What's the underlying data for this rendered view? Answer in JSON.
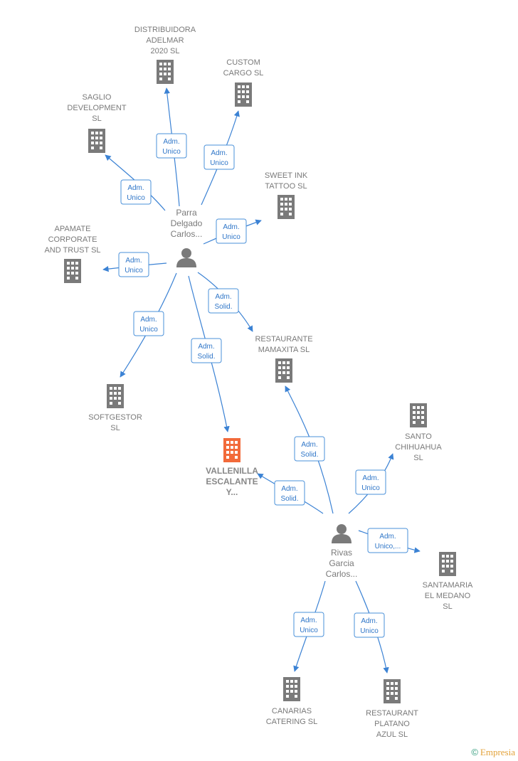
{
  "colors": {
    "edge": "#3b82d4",
    "company": "#7a7a7a",
    "focus_company": "#f26a3a",
    "person": "#7a7a7a"
  },
  "persons": [
    {
      "id": "p1",
      "label": [
        "Parra",
        "Delgado",
        "Carlos..."
      ],
      "icon": "person-icon"
    },
    {
      "id": "p2",
      "label": [
        "Rivas",
        "Garcia",
        "Carlos..."
      ],
      "icon": "person-icon"
    }
  ],
  "companies": [
    {
      "id": "c_distrib",
      "label": [
        "DISTRIBUIDORA",
        "ADELMAR",
        "2020  SL"
      ],
      "icon": "building-icon"
    },
    {
      "id": "c_custom",
      "label": [
        "CUSTOM",
        "CARGO  SL"
      ],
      "icon": "building-icon"
    },
    {
      "id": "c_saglio",
      "label": [
        "SAGLIO",
        "DEVELOPMENT",
        "SL"
      ],
      "icon": "building-icon"
    },
    {
      "id": "c_sweet",
      "label": [
        "SWEET INK",
        "TATTOO  SL"
      ],
      "icon": "building-icon"
    },
    {
      "id": "c_apamate",
      "label": [
        "APAMATE",
        "CORPORATE",
        "AND TRUST  SL"
      ],
      "icon": "building-icon"
    },
    {
      "id": "c_mamaxita",
      "label": [
        "RESTAURANTE",
        "MAMAXITA  SL"
      ],
      "icon": "building-icon"
    },
    {
      "id": "c_softgestor",
      "label": [
        "SOFTGESTOR",
        "SL"
      ],
      "icon": "building-icon"
    },
    {
      "id": "c_vallenilla",
      "label": [
        "VALLENILLA",
        "ESCALANTE",
        "Y..."
      ],
      "icon": "building-icon",
      "focus": true
    },
    {
      "id": "c_santo",
      "label": [
        "SANTO",
        "CHIHUAHUA",
        "SL"
      ],
      "icon": "building-icon"
    },
    {
      "id": "c_santamaria",
      "label": [
        "SANTAMARIA",
        "EL MEDANO",
        "SL"
      ],
      "icon": "building-icon"
    },
    {
      "id": "c_canarias",
      "label": [
        "CANARIAS",
        "CATERING  SL"
      ],
      "icon": "building-icon"
    },
    {
      "id": "c_platano",
      "label": [
        "RESTAURANT",
        "PLATANO",
        "AZUL  SL"
      ],
      "icon": "building-icon"
    }
  ],
  "edges": [
    {
      "from": "p1",
      "to": "c_distrib",
      "label": [
        "Adm.",
        "Unico"
      ]
    },
    {
      "from": "p1",
      "to": "c_custom",
      "label": [
        "Adm.",
        "Unico"
      ]
    },
    {
      "from": "p1",
      "to": "c_saglio",
      "label": [
        "Adm.",
        "Unico"
      ]
    },
    {
      "from": "p1",
      "to": "c_sweet",
      "label": [
        "Adm.",
        "Unico"
      ]
    },
    {
      "from": "p1",
      "to": "c_apamate",
      "label": [
        "Adm.",
        "Unico"
      ]
    },
    {
      "from": "p1",
      "to": "c_mamaxita",
      "label": [
        "Adm.",
        "Solid."
      ]
    },
    {
      "from": "p1",
      "to": "c_softgestor",
      "label": [
        "Adm.",
        "Unico"
      ]
    },
    {
      "from": "p1",
      "to": "c_vallenilla",
      "label": [
        "Adm.",
        "Solid."
      ]
    },
    {
      "from": "p2",
      "to": "c_mamaxita",
      "label": [
        "Adm.",
        "Solid."
      ]
    },
    {
      "from": "p2",
      "to": "c_vallenilla",
      "label": [
        "Adm.",
        "Solid."
      ]
    },
    {
      "from": "p2",
      "to": "c_santo",
      "label": [
        "Adm.",
        "Unico"
      ]
    },
    {
      "from": "p2",
      "to": "c_santamaria",
      "label": [
        "Adm.",
        "Unico,..."
      ]
    },
    {
      "from": "p2",
      "to": "c_canarias",
      "label": [
        "Adm.",
        "Unico"
      ]
    },
    {
      "from": "p2",
      "to": "c_platano",
      "label": [
        "Adm.",
        "Unico"
      ]
    }
  ],
  "footer": {
    "copyright_symbol": "©",
    "brand": "Empresia"
  }
}
